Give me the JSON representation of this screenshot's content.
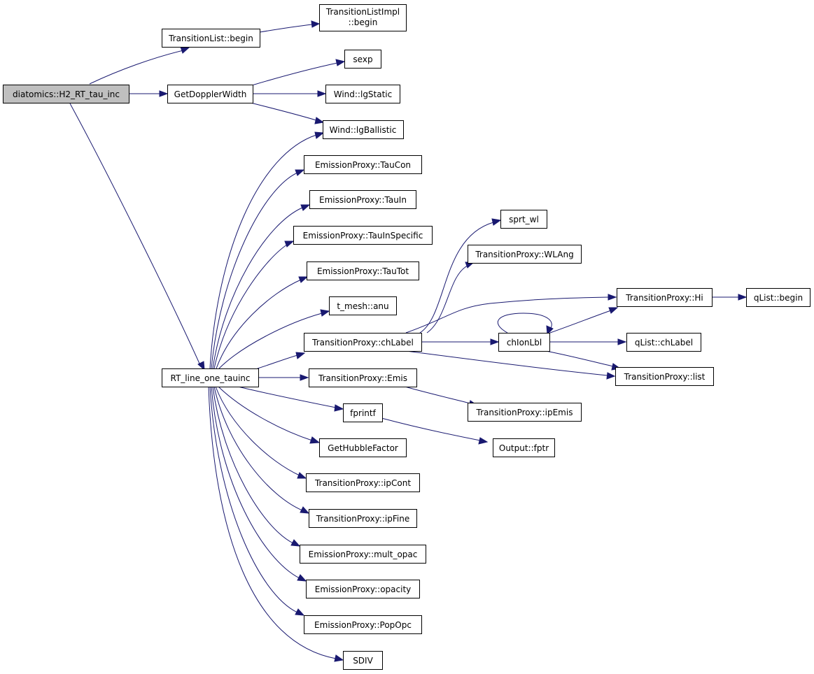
{
  "colors": {
    "edge": "#191970",
    "node_border": "#000000",
    "root_fill": "#bfbfbf",
    "node_fill": "#ffffff"
  },
  "nodes": {
    "root": "diatomics::H2_RT_tau_inc",
    "tl_begin": "TransitionList::begin",
    "tli_begin_1": "TransitionListImpl",
    "tli_begin_2": "::begin",
    "getdoppler": "GetDopplerWidth",
    "sexp": "sexp",
    "lgstatic": "Wind::lgStatic",
    "lgballistic": "Wind::lgBallistic",
    "taucon": "EmissionProxy::TauCon",
    "tauin": "EmissionProxy::TauIn",
    "tauinspecific": "EmissionProxy::TauInSpecific",
    "tautot": "EmissionProxy::TauTot",
    "anu": "t_mesh::anu",
    "chlabel": "TransitionProxy::chLabel",
    "rtline": "RT_line_one_tauinc",
    "emis": "TransitionProxy::Emis",
    "fprintf": "fprintf",
    "gethubble": "GetHubbleFactor",
    "ipcont": "TransitionProxy::ipCont",
    "ipfine": "TransitionProxy::ipFine",
    "multopac": "EmissionProxy::mult_opac",
    "opacity": "EmissionProxy::opacity",
    "popopc": "EmissionProxy::PopOpc",
    "sdiv": "SDIV",
    "sprtwl": "sprt_wl",
    "wlang": "TransitionProxy::WLAng",
    "hi": "TransitionProxy::Hi",
    "qbegin": "qList::begin",
    "chionlbl": "chIonLbl",
    "qchlabel": "qList::chLabel",
    "list": "TransitionProxy::list",
    "ipemis": "TransitionProxy::ipEmis",
    "fptr": "Output::fptr"
  }
}
